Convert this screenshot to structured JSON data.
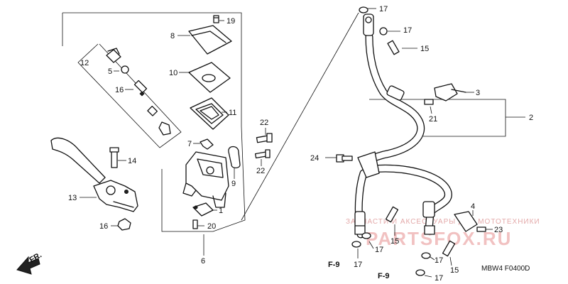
{
  "callouts": {
    "c1": "1",
    "c2": "2",
    "c3": "3",
    "c4": "4",
    "c5": "5",
    "c6": "6",
    "c7": "7",
    "c8": "8",
    "c9": "9",
    "c10": "10",
    "c11": "11",
    "c12": "12",
    "c13": "13",
    "c14": "14",
    "c15a": "15",
    "c15b": "15",
    "c15c": "15",
    "c16a": "16",
    "c16b": "16",
    "c17a": "17",
    "c17b": "17",
    "c17c": "17",
    "c17d": "17",
    "c17e": "17",
    "c17f": "17",
    "c19": "19",
    "c20": "20",
    "c21": "21",
    "c22a": "22",
    "c22b": "22",
    "c23": "23",
    "c24": "24"
  },
  "references": {
    "f9a": "F-9",
    "f9b": "F-9"
  },
  "direction_marker": "FR.",
  "diagram_code": "MBW4 F0400D",
  "watermark": {
    "tagline": "ЗАПЧАСТИ И АКСЕССУАРЫ ДЛЯ МОТОТЕХНИКИ",
    "brand": "PARTSFOX.RU"
  }
}
